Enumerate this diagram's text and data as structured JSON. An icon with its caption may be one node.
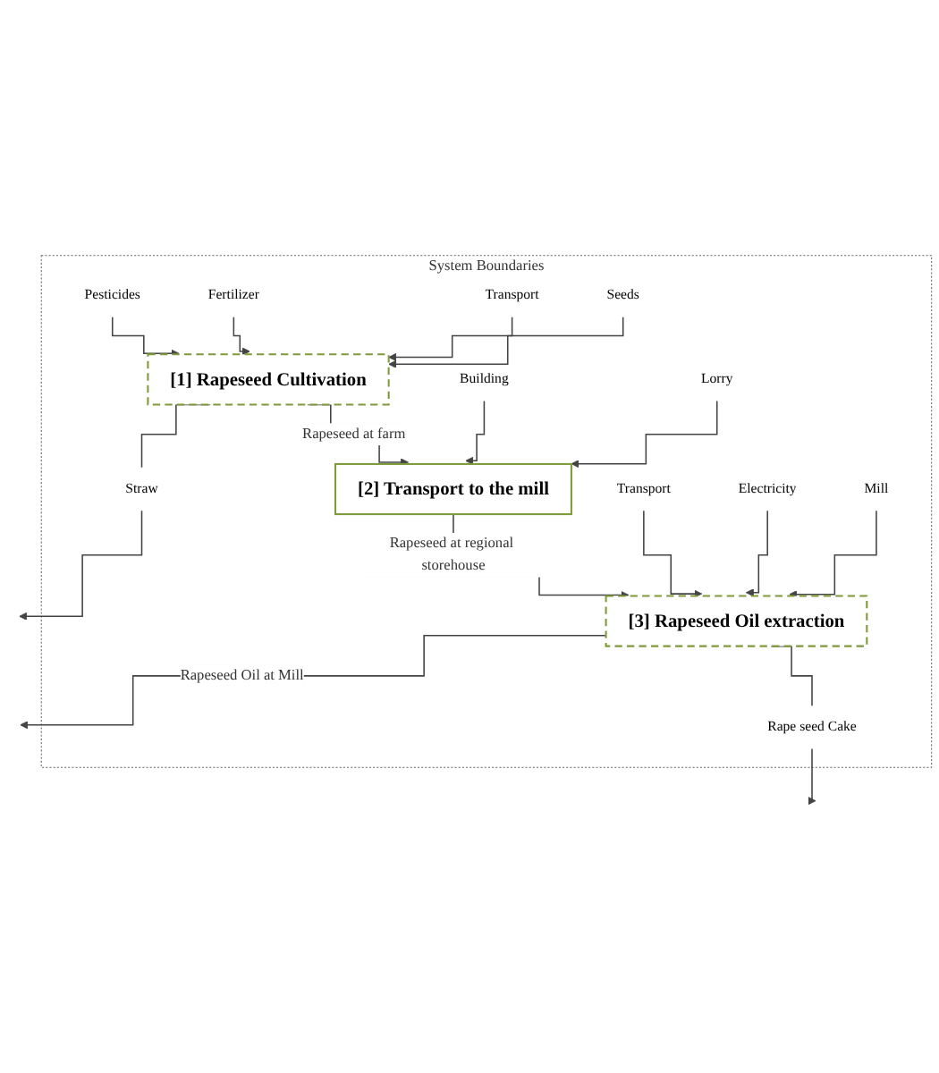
{
  "diagram": {
    "nodes": [
      {
        "text": [
          "System Boundaries"
        ]
      },
      {
        "text": [
          "Pesticides"
        ],
        "in": 0
      },
      {
        "text": [
          "Fertilizer"
        ],
        "in": 0
      },
      {
        "text": [
          "Transport"
        ],
        "in": 0
      },
      {
        "text": [
          "Seeds"
        ],
        "in": 0
      },
      {
        "text": [
          "[1] Rapeseed Cultivation"
        ],
        "in": 0
      },
      {
        "text": [
          "Straw"
        ],
        "in": 0
      },
      {
        "text": [
          "Building"
        ],
        "in": 0
      },
      {
        "text": [
          "Lorry"
        ],
        "in": 0
      },
      {
        "text": [
          "[2] Transport to the mill"
        ],
        "in": 0
      },
      {
        "text": [
          "Transport"
        ],
        "in": 0
      },
      {
        "text": [
          "Electricity"
        ],
        "in": 0
      },
      {
        "text": [
          "Mill"
        ],
        "in": 0
      },
      {
        "text": [
          "[3] Rapeseed Oil extraction"
        ],
        "in": 0
      },
      {
        "text": [
          "Rape seed Cake"
        ],
        "in": 0
      }
    ],
    "edges": [
      {
        "from": 1,
        "to": 5,
        "arrow": "to"
      },
      {
        "from": 2,
        "to": 5,
        "arrow": "to"
      },
      {
        "from": 3,
        "to": 5,
        "arrow": "to"
      },
      {
        "from": 4,
        "to": 5,
        "arrow": "to"
      },
      {
        "from": 5,
        "to": 6,
        "arrow": "none"
      },
      {
        "from": 6,
        "to": null,
        "arrow": "to"
      },
      {
        "from": 5,
        "to": 9,
        "arrow": "to",
        "label": "Rapeseed at farm"
      },
      {
        "from": 7,
        "to": 9,
        "arrow": "to"
      },
      {
        "from": 8,
        "to": 9,
        "arrow": "to"
      },
      {
        "from": 9,
        "to": 13,
        "arrow": "to",
        "label": "Rapeseed at regional storehouse"
      },
      {
        "from": 10,
        "to": 13,
        "arrow": "to"
      },
      {
        "from": 11,
        "to": 13,
        "arrow": "to"
      },
      {
        "from": 12,
        "to": 13,
        "arrow": "to"
      },
      {
        "from": 13,
        "to": null,
        "arrow": "to",
        "label": "Rapeseed Oil at Mill"
      },
      {
        "from": 13,
        "to": 14,
        "arrow": "none"
      },
      {
        "from": 14,
        "to": null,
        "arrow": "to"
      }
    ]
  }
}
